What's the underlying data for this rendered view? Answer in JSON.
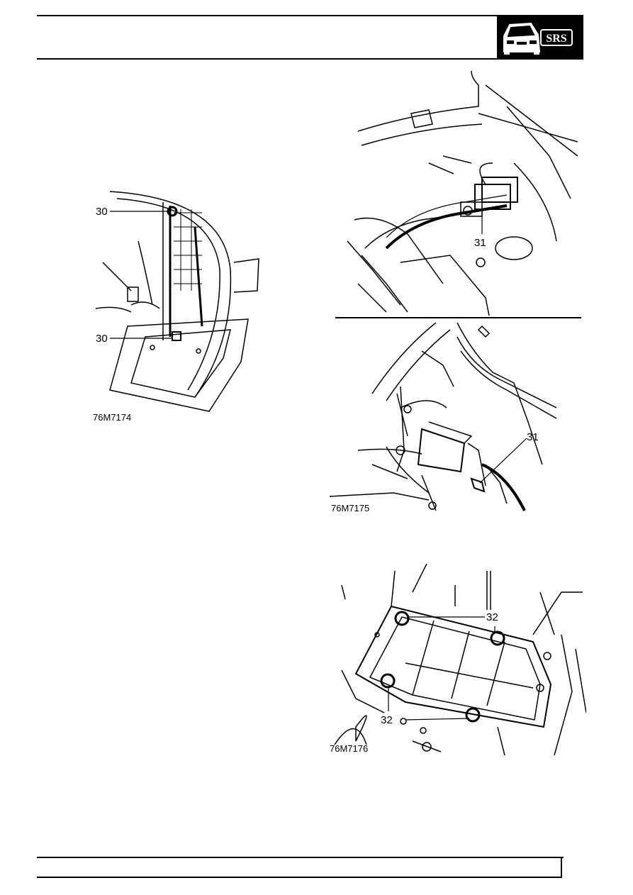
{
  "header": {
    "badge_text": "SRS",
    "badge_icon": "car-front-icon"
  },
  "figures": [
    {
      "caption": "76M7174",
      "callouts": [
        "30",
        "30"
      ]
    },
    {
      "caption": "76M7175",
      "callouts": [
        "31"
      ]
    },
    {
      "caption": "76M7176",
      "callouts": [
        "32",
        "32"
      ]
    },
    {
      "caption": "",
      "callouts": [
        "31"
      ]
    }
  ],
  "colors": {
    "ink": "#000000",
    "paper": "#ffffff"
  }
}
